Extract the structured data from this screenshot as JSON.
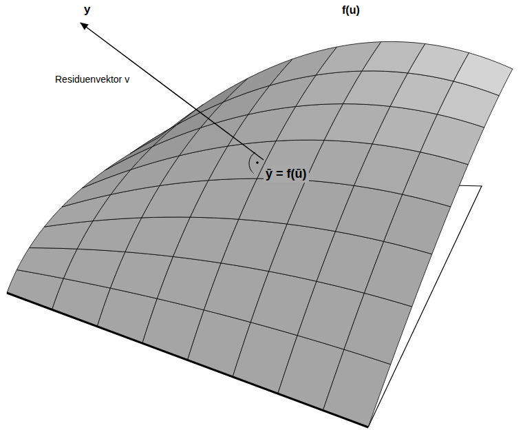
{
  "diagram": {
    "labels": [
      "y",
      "f(u)",
      "Residuenvektor v",
      "ȳ = f(ū)"
    ]
  }
}
